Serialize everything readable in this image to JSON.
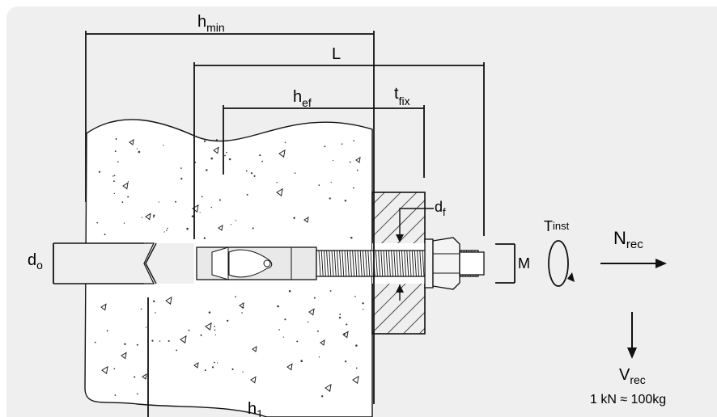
{
  "diagram": {
    "labels": {
      "h_min": {
        "base": "h",
        "sub": "min"
      },
      "L": "L",
      "h_ef": {
        "base": "h",
        "sub": "ef"
      },
      "t_fix": {
        "base": "t",
        "sub": "fix"
      },
      "d_f": {
        "base": "d",
        "sub": "f"
      },
      "d_o": {
        "base": "d",
        "sub": "o"
      },
      "M": "M",
      "T_inst": {
        "base": "T",
        "sub": "inst"
      },
      "N_rec": {
        "base": "N",
        "sub": "rec"
      },
      "V_rec": {
        "base": "V",
        "sub": "rec"
      },
      "h_1": {
        "base": "h",
        "sub": "1"
      },
      "conversion_note": "1 kN ≈ 100kg"
    },
    "colors": {
      "background": "#ffffff",
      "panel": "#efefef",
      "concrete": "#ffffff",
      "line": "#111111",
      "hatch": "#222222",
      "anchor_fill": "#e9e9e9"
    }
  }
}
